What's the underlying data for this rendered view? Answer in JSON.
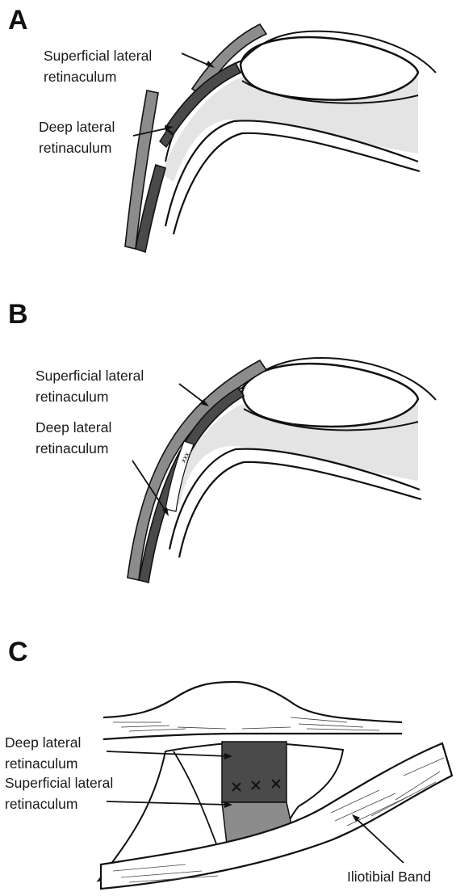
{
  "panels": [
    {
      "letter": "A",
      "labels": {
        "superficial": [
          "Superficial lateral",
          "retinaculum"
        ],
        "deep": [
          "Deep lateral",
          "retinaculum"
        ]
      }
    },
    {
      "letter": "B",
      "labels": {
        "superficial": [
          "Superficial lateral",
          "retinaculum"
        ],
        "deep": [
          "Deep lateral",
          "retinaculum"
        ]
      }
    },
    {
      "letter": "C",
      "labels": {
        "deep": [
          "Deep lateral",
          "retinaculum"
        ],
        "superficial": [
          "Superficial lateral",
          "retinaculum"
        ],
        "itb": "Iliotibial Band"
      }
    }
  ],
  "colors": {
    "superficial_layer": "#8c8c8c",
    "deep_layer": "#4a4a4a",
    "soft_tissue": "#e4e4e4",
    "outline": "#111111"
  }
}
